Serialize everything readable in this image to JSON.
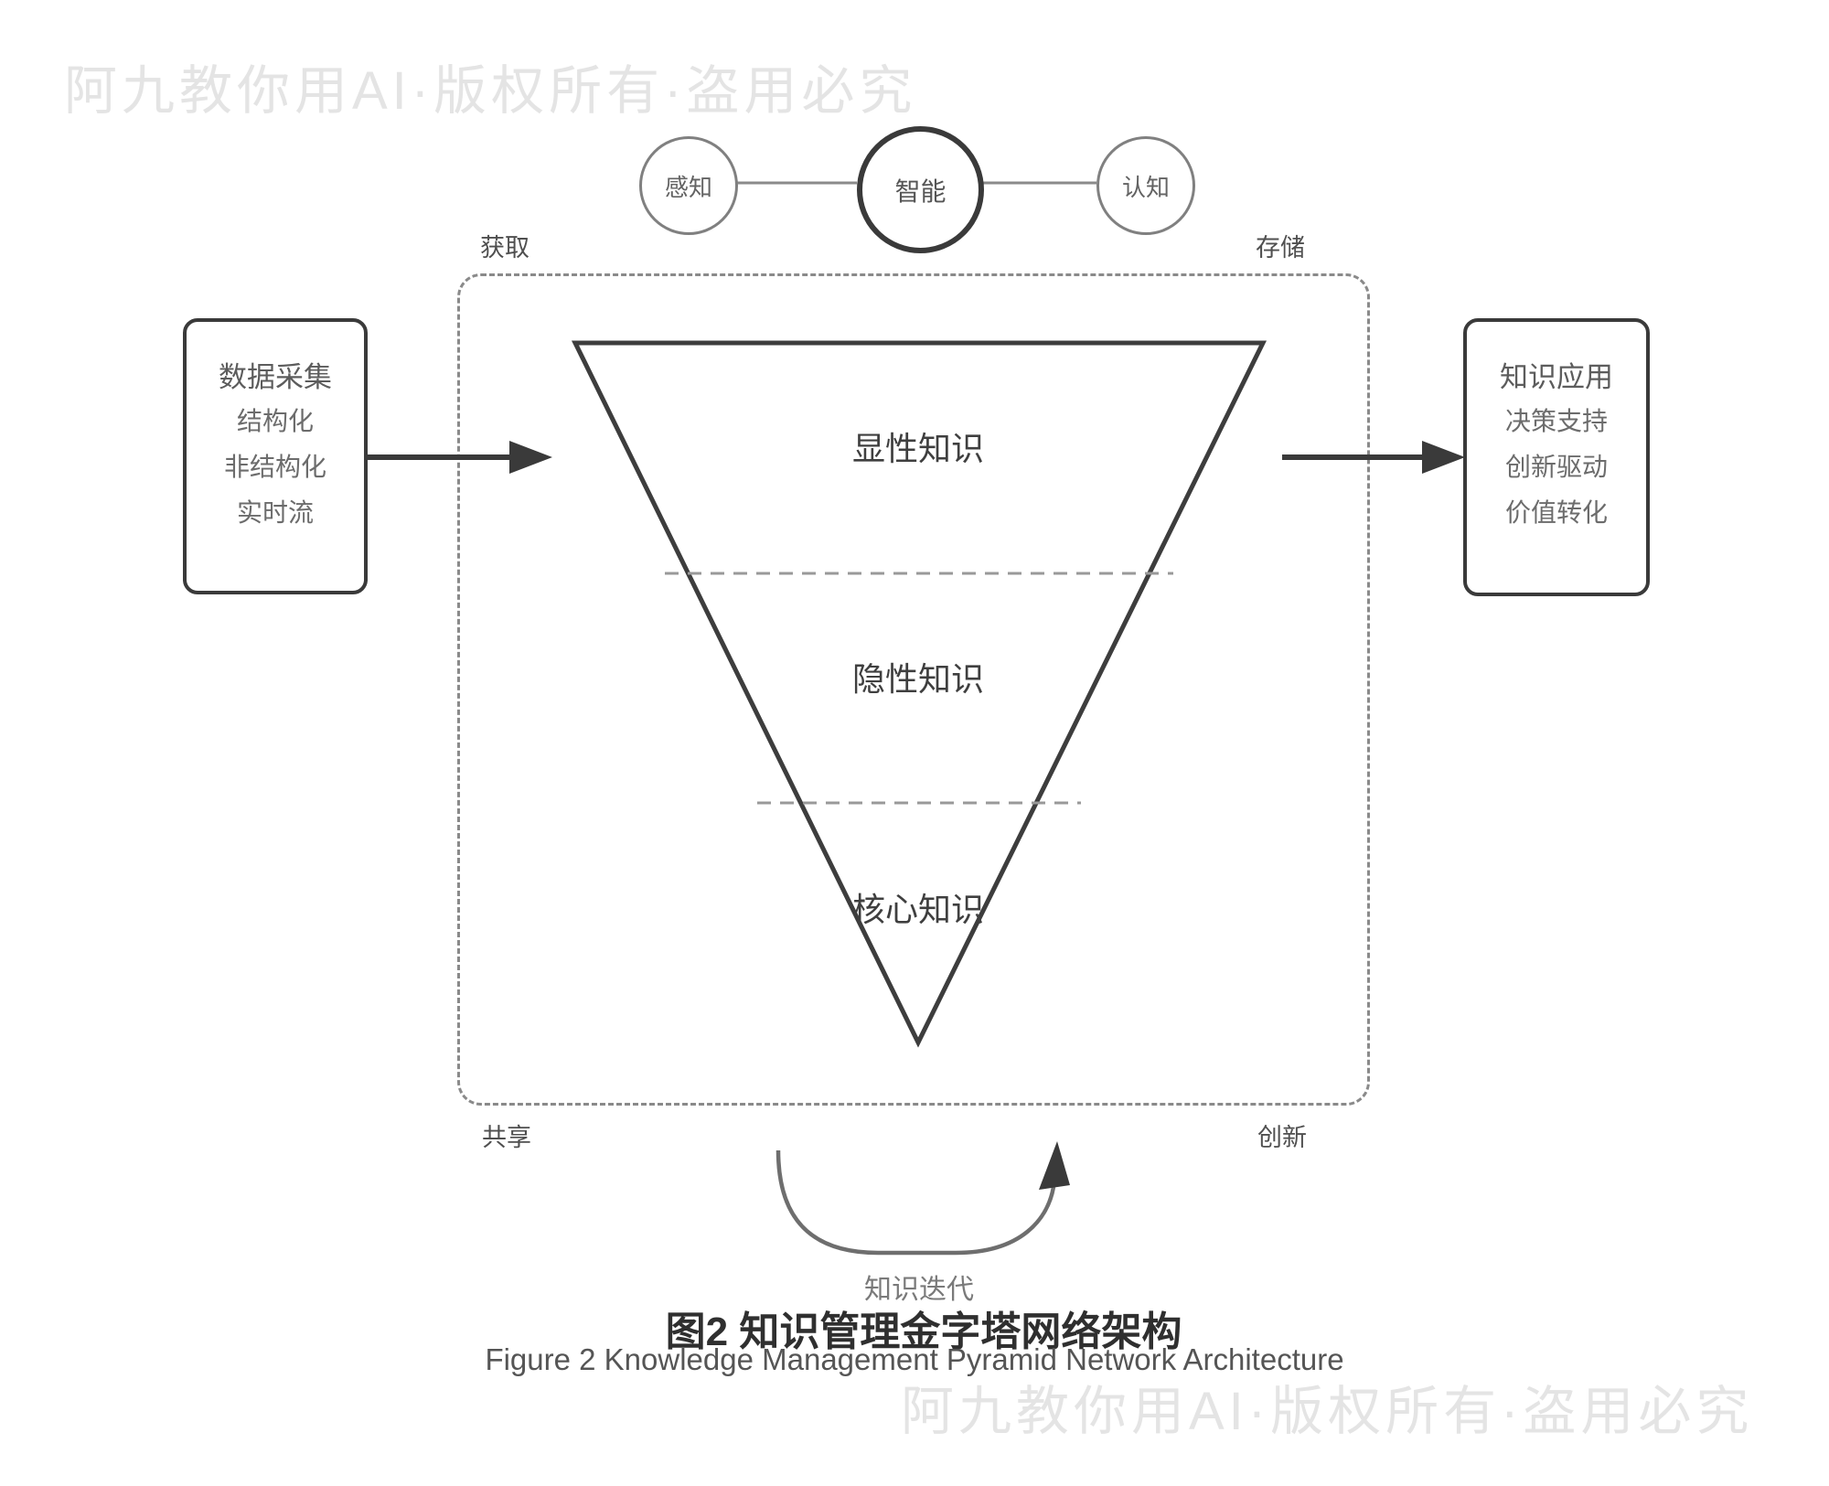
{
  "watermark": {
    "text": "阿九教你用AI·版权所有·盗用必究"
  },
  "brain_nodes": {
    "left": "感知",
    "center": "智能",
    "right": "认知"
  },
  "process_labels": {
    "top_left": "获取",
    "top_right": "存储",
    "bottom_left": "共享",
    "bottom_right": "创新"
  },
  "input_box": {
    "title": "数据采集",
    "items": [
      "结构化",
      "非结构化",
      "实时流"
    ]
  },
  "output_box": {
    "title": "知识应用",
    "items": [
      "决策支持",
      "创新驱动",
      "价值转化"
    ]
  },
  "pyramid": {
    "levels": [
      "显性知识",
      "隐性知识",
      "核心知识"
    ]
  },
  "feedback": {
    "label": "知识迭代"
  },
  "caption": {
    "zh": "图2 知识管理金字塔网络架构",
    "en": "Figure 2 Knowledge Management Pyramid Network Architecture"
  },
  "colors": {
    "stroke_dark": "#3a3a3a",
    "stroke_gray": "#8a8a8a",
    "divider_gray": "#999999",
    "watermark": "#e4e4e4"
  }
}
